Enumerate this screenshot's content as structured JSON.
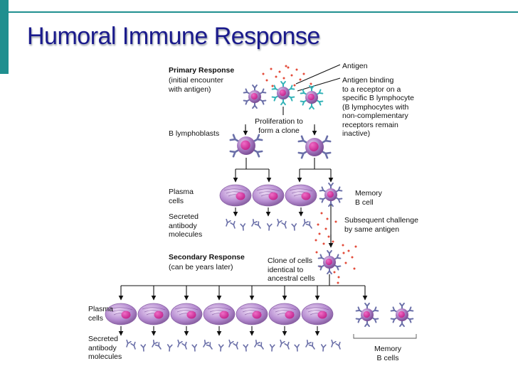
{
  "slide": {
    "title": "Humoral Immune Response",
    "accent_color": "#1f8f8f",
    "title_color": "#1a1a8c"
  },
  "diagram": {
    "primary_response": {
      "heading": "Primary Response",
      "subtitle": "(initial encounter\nwith antigen)"
    },
    "antigen_label": "Antigen",
    "antigen_binding_label": "Antigen binding\nto a receptor on a\nspecific B lymphocyte\n(B lymphocytes with\nnon-complementary\nreceptors remain\ninactive)",
    "proliferation_label": "Proliferation to\nform a clone",
    "b_lymphoblasts_label": "B lymphoblasts",
    "plasma_cells_label": "Plasma\ncells",
    "secreted_antibody_label": "Secreted\nantibody\nmolecules",
    "memory_b_cell_label": "Memory\nB cell",
    "subsequent_challenge_label": "Subsequent challenge\nby same antigen",
    "secondary_response": {
      "heading": "Secondary Response",
      "subtitle": "(can be years later)"
    },
    "clone_label": "Clone of cells\nidentical to\nancestral cells",
    "plasma_cells_label_2": "Plasma\ncells",
    "secreted_antibody_label_2": "Secreted\nantibody\nmolecules",
    "memory_b_cells_label": "Memory\nB cells",
    "colors": {
      "cell_purple": "#a678c0",
      "nucleus": "#c2268e",
      "receptor": "#6a6fa8",
      "antigen_binding_receptor": "#33b3b8",
      "antigen_dot": "#e34b3a"
    }
  }
}
